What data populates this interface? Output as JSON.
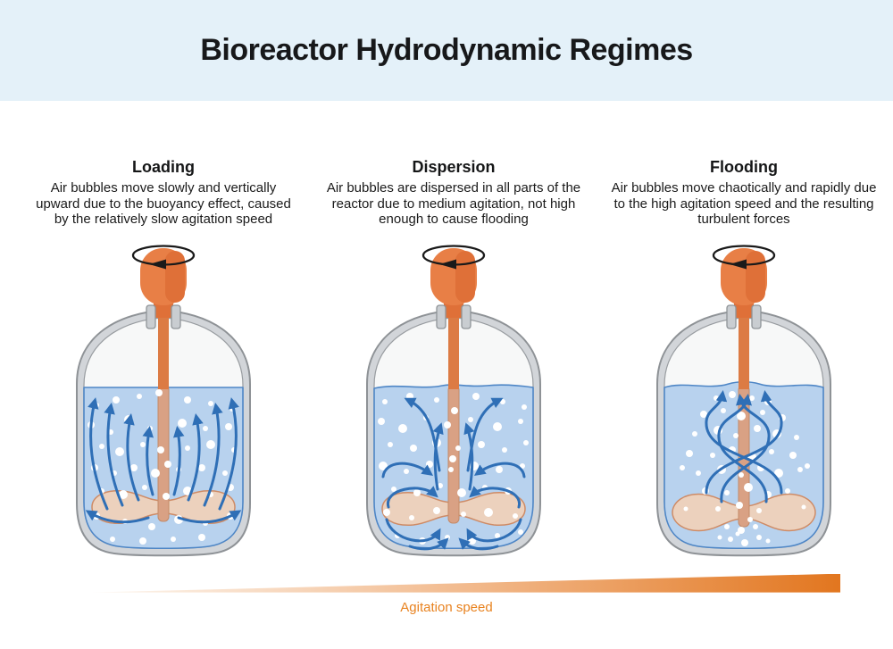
{
  "title": "Bioreactor Hydrodynamic Regimes",
  "sections": [
    {
      "heading": "Loading",
      "description": "Air bubbles move slowly and vertically upward due to the buoyancy effect, caused by the relatively slow agitation speed"
    },
    {
      "heading": "Dispersion",
      "description": "Air bubbles are dispersed in all parts of the reactor due to medium agitation, not high enough to cause flooding"
    },
    {
      "heading": "Flooding",
      "description": "Air bubbles move chaotically and rapidly due to the high agitation speed and the resulting turbulent forces"
    }
  ],
  "axis": {
    "label": "Agitation speed"
  },
  "icons": [
    {
      "name": "rotation-arrow-icon",
      "meaning": "counterclockwise impeller rotation"
    },
    {
      "name": "flow-arrow-icon",
      "meaning": "liquid circulation direction"
    }
  ],
  "colors": {
    "banner_bg": "#E4F1F9",
    "title_text": "#17181A",
    "body_text": "#1A1A1A",
    "orange_accent": "#E8821F",
    "motor_orange": "#E87F46",
    "motor_orange_dark": "#DF7038",
    "shaft_orange": "#DC7B44",
    "shaft_submerged": "#D9A184",
    "shaft_submerged_edge": "#C48A68",
    "vessel_wall": "#D2D5D9",
    "vessel_wall_stroke": "#8E9296",
    "vessel_interior": "#F7F8F8",
    "liquid": "#B8D2EE",
    "liquid_edge": "#4E86C6",
    "flow_arrow": "#2F6FB6",
    "impeller_fill": "#ECD1BD",
    "impeller_stroke": "#CE8B66",
    "bubble": "#FFFFFF",
    "rotation_ring": "#1A1A1A",
    "wedge_start": "#FDF7F1",
    "wedge_end": "#E2761F"
  }
}
